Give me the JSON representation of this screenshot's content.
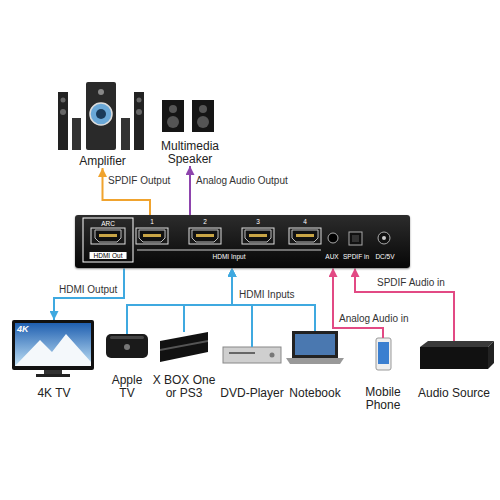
{
  "diagram": {
    "nodes": [
      {
        "text": [
          "Amplifier"
        ]
      },
      {
        "text": [
          "Multimedia Speaker"
        ]
      },
      {
        "text": [
          "ARC",
          "HDMI Out",
          "1",
          "2",
          "3",
          "4",
          "HDMI Input",
          "AUX",
          "SPDIF in",
          "DC/5V"
        ]
      },
      {
        "text": [
          "4K TV"
        ]
      },
      {
        "text": [
          "Apple TV"
        ]
      },
      {
        "text": [
          "X BOX One or PS3"
        ]
      },
      {
        "text": [
          "DVD-Player"
        ]
      },
      {
        "text": [
          "Notebook"
        ]
      },
      {
        "text": [
          "Mobile Phone"
        ]
      },
      {
        "text": [
          "Audio Source"
        ]
      }
    ],
    "edges": [
      {
        "from": 2,
        "to": 0,
        "label": "SPDIF Output",
        "arrow": "to"
      },
      {
        "from": 2,
        "to": 1,
        "label": "Analog Audio Output",
        "arrow": "to"
      },
      {
        "from": 2,
        "to": 3,
        "label": "HDMI Output",
        "arrow": "to"
      },
      {
        "from": 4,
        "to": 2,
        "label": "HDMI Inputs",
        "arrow": "to"
      },
      {
        "from": 5,
        "to": 2,
        "arrow": "to"
      },
      {
        "from": 6,
        "to": 2,
        "arrow": "to"
      },
      {
        "from": 7,
        "to": 2,
        "arrow": "to"
      },
      {
        "from": 8,
        "to": 2,
        "label": "Analog Audio in",
        "arrow": "to"
      },
      {
        "from": 9,
        "to": 2,
        "label": "SPDIF Audio in",
        "arrow": "to"
      }
    ],
    "labels": [
      "4K"
    ]
  }
}
